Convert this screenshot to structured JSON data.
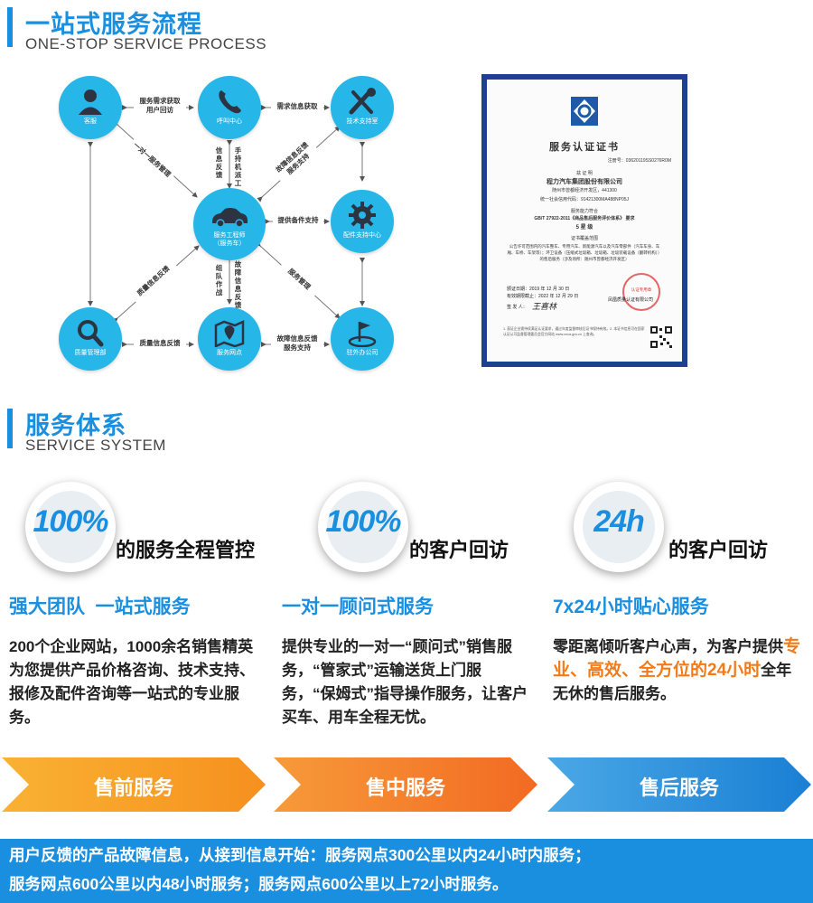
{
  "section1": {
    "title": "一站式服务流程",
    "subtitle": "ONE-STOP SERVICE PROCESS"
  },
  "flow": {
    "nodes": {
      "client": "客服",
      "call_center": "呼叫中心",
      "tech_support": "技术支持室",
      "service_engineer": "服务工程师",
      "service_engineer_sub": "（服务车）",
      "parts_center": "配件支持中心",
      "quality": "质量管理部",
      "service_outlet": "服务网点",
      "office": "驻外办公司"
    },
    "edges": {
      "client_call": "服务需求获取\n用户回访",
      "call_tech": "需求信息获取",
      "call_engineer_left": "信息反馈",
      "call_engineer_right": "手持机派工",
      "engineer_tech": "故障信息反馈\n服务支持",
      "client_engineer": "一对一服务管理",
      "engineer_parts": "提供备件支持",
      "engineer_outlet_left": "组队作战",
      "engineer_outlet_right": "故障信息反馈",
      "quality_engineer": "质量信息反馈",
      "engineer_office": "服务管理",
      "outlet_quality": "质量信息反馈",
      "outlet_office": "故障信息反馈\n服务支持"
    }
  },
  "certificate": {
    "title": "服务认证证书",
    "number": "注册号：03620119SS0276R0M",
    "cert_label": "兹 证 明",
    "company": "程力汽车集团股份有限公司",
    "address": "随州市曾都经济开发区，441300",
    "credit_code": "统一社会信用代码：91421300MA488NP05J",
    "capability": "服务能力符合",
    "standard": "GB/T 27922-2011《商品售后服务评价体系》 要求",
    "level": "5 星 级",
    "scope_title": "证书覆盖范围",
    "scope": "公告许可范围内的汽车整车、专用汽车、新能源汽车以及汽车零部件（汽车车身、车厢、车桥、车架等）；环卫设备（压缩式垃圾箱、垃圾箱、垃圾装载设备（翻转机构））的售后服务（涉及场所：随州市曾都经济开发区）",
    "issue_date": "颁证日期：2019 年 12 月 30 日",
    "valid_date": "有效期限截止：2022 年 12 月 29 日",
    "signer": "签 发 人：",
    "signature": "王喜林",
    "stamp": "认证专用章",
    "issuer": "凤凰质量认证有限公司",
    "footnote": "1. 获证企业需持续满足认证要求，通过年度监督审核后证书保持有效。2. 本证书信息可在国家认证认可监督管理委员会官方网站 www.cnca.gov.cn 上查询。"
  },
  "section2": {
    "title": "服务体系",
    "subtitle": "SERVICE SYSTEM"
  },
  "columns": [
    {
      "badge": "100%",
      "caption": "的服务全程管控",
      "title": "强大团队  一站式服务",
      "body": "200个企业网站，1000余名销售精英为您提供产品价格咨询、技术支持、报修及配件咨询等一站式的专业服务。"
    },
    {
      "badge": "100%",
      "caption": "的客户回访",
      "title": "一对一顾问式服务",
      "body": "提供专业的一对一“顾问式”销售服务，“管家式”运输送货上门服务，“保姆式”指导操作服务，让客户买车、用车全程无忧。"
    },
    {
      "badge": "24h",
      "caption": "的客户回访",
      "title": "7x24小时贴心服务",
      "body_a": "零距离倾听客户心声，为客户提供",
      "body_hl": "专业、高效、全方位的24小时",
      "body_b": "全年无休的售后服务。"
    }
  ],
  "stages": [
    "售前服务",
    "售中服务",
    "售后服务"
  ],
  "colors": {
    "blue": "#1a8fe0",
    "orange": "#f47a18",
    "node": "#26b6e8",
    "cert_border": "#1e3f92"
  },
  "footer": {
    "line1": "用户反馈的产品故障信息，从接到信息开始：服务网点300公里以内24小时内服务；",
    "line2": "服务网点600公里以内48小时服务；服务网点600公里以上72小时服务。"
  }
}
